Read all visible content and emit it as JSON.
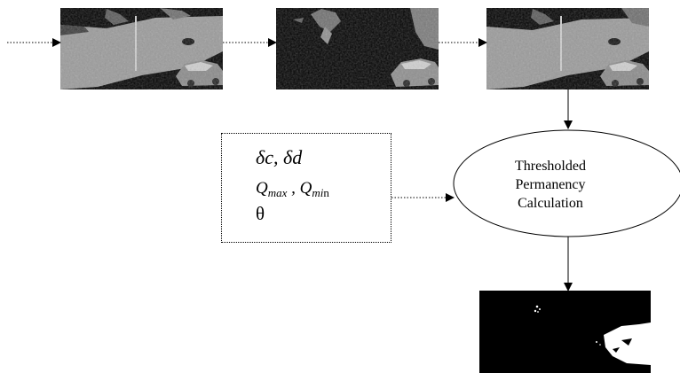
{
  "process_node": {
    "lines": [
      "Thresholded",
      "Permanency",
      "Calculation"
    ]
  },
  "parameters": {
    "line1": "δc, δd",
    "q_max_symbol": "Q",
    "q_max_sub": "max",
    "separator": " , ",
    "q_min_symbol": "Q",
    "q_min_sub_italic": "mi",
    "q_min_sub_normal": "n",
    "theta": "θ"
  },
  "images": [
    {
      "name": "input-frame",
      "description": "background image with car"
    },
    {
      "name": "segmented-frame",
      "description": "segmented foreground frame"
    },
    {
      "name": "combined-frame",
      "description": "combined frame with car"
    },
    {
      "name": "output-mask",
      "description": "binary output mask"
    }
  ]
}
